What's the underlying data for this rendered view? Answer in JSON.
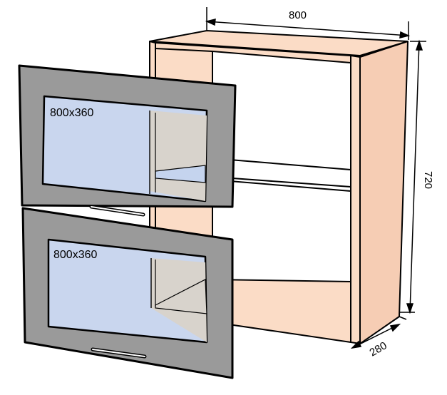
{
  "dimensions": {
    "width": "800",
    "height": "720",
    "depth": "280"
  },
  "doors": [
    {
      "label": "800x360"
    },
    {
      "label": "800x360"
    }
  ],
  "colors": {
    "carcass_face": "#fbdcc6",
    "carcass_side": "#f6cdb4",
    "door_frame": "#9a9a9a",
    "glass": "#c9d6ee",
    "interior_shadow": "#d8d3cc",
    "outline": "#000000"
  }
}
